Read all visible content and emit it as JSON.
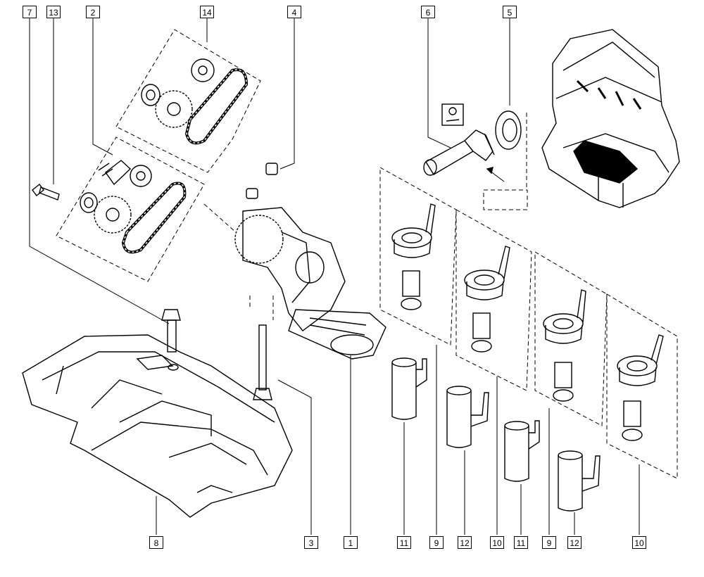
{
  "diagram": {
    "callouts_top": [
      "7",
      "13",
      "2",
      "14",
      "4",
      "6",
      "5"
    ],
    "callouts_bottom": [
      "8",
      "3",
      "1",
      "11",
      "9",
      "12",
      "10",
      "11",
      "9",
      "12",
      "10"
    ]
  }
}
